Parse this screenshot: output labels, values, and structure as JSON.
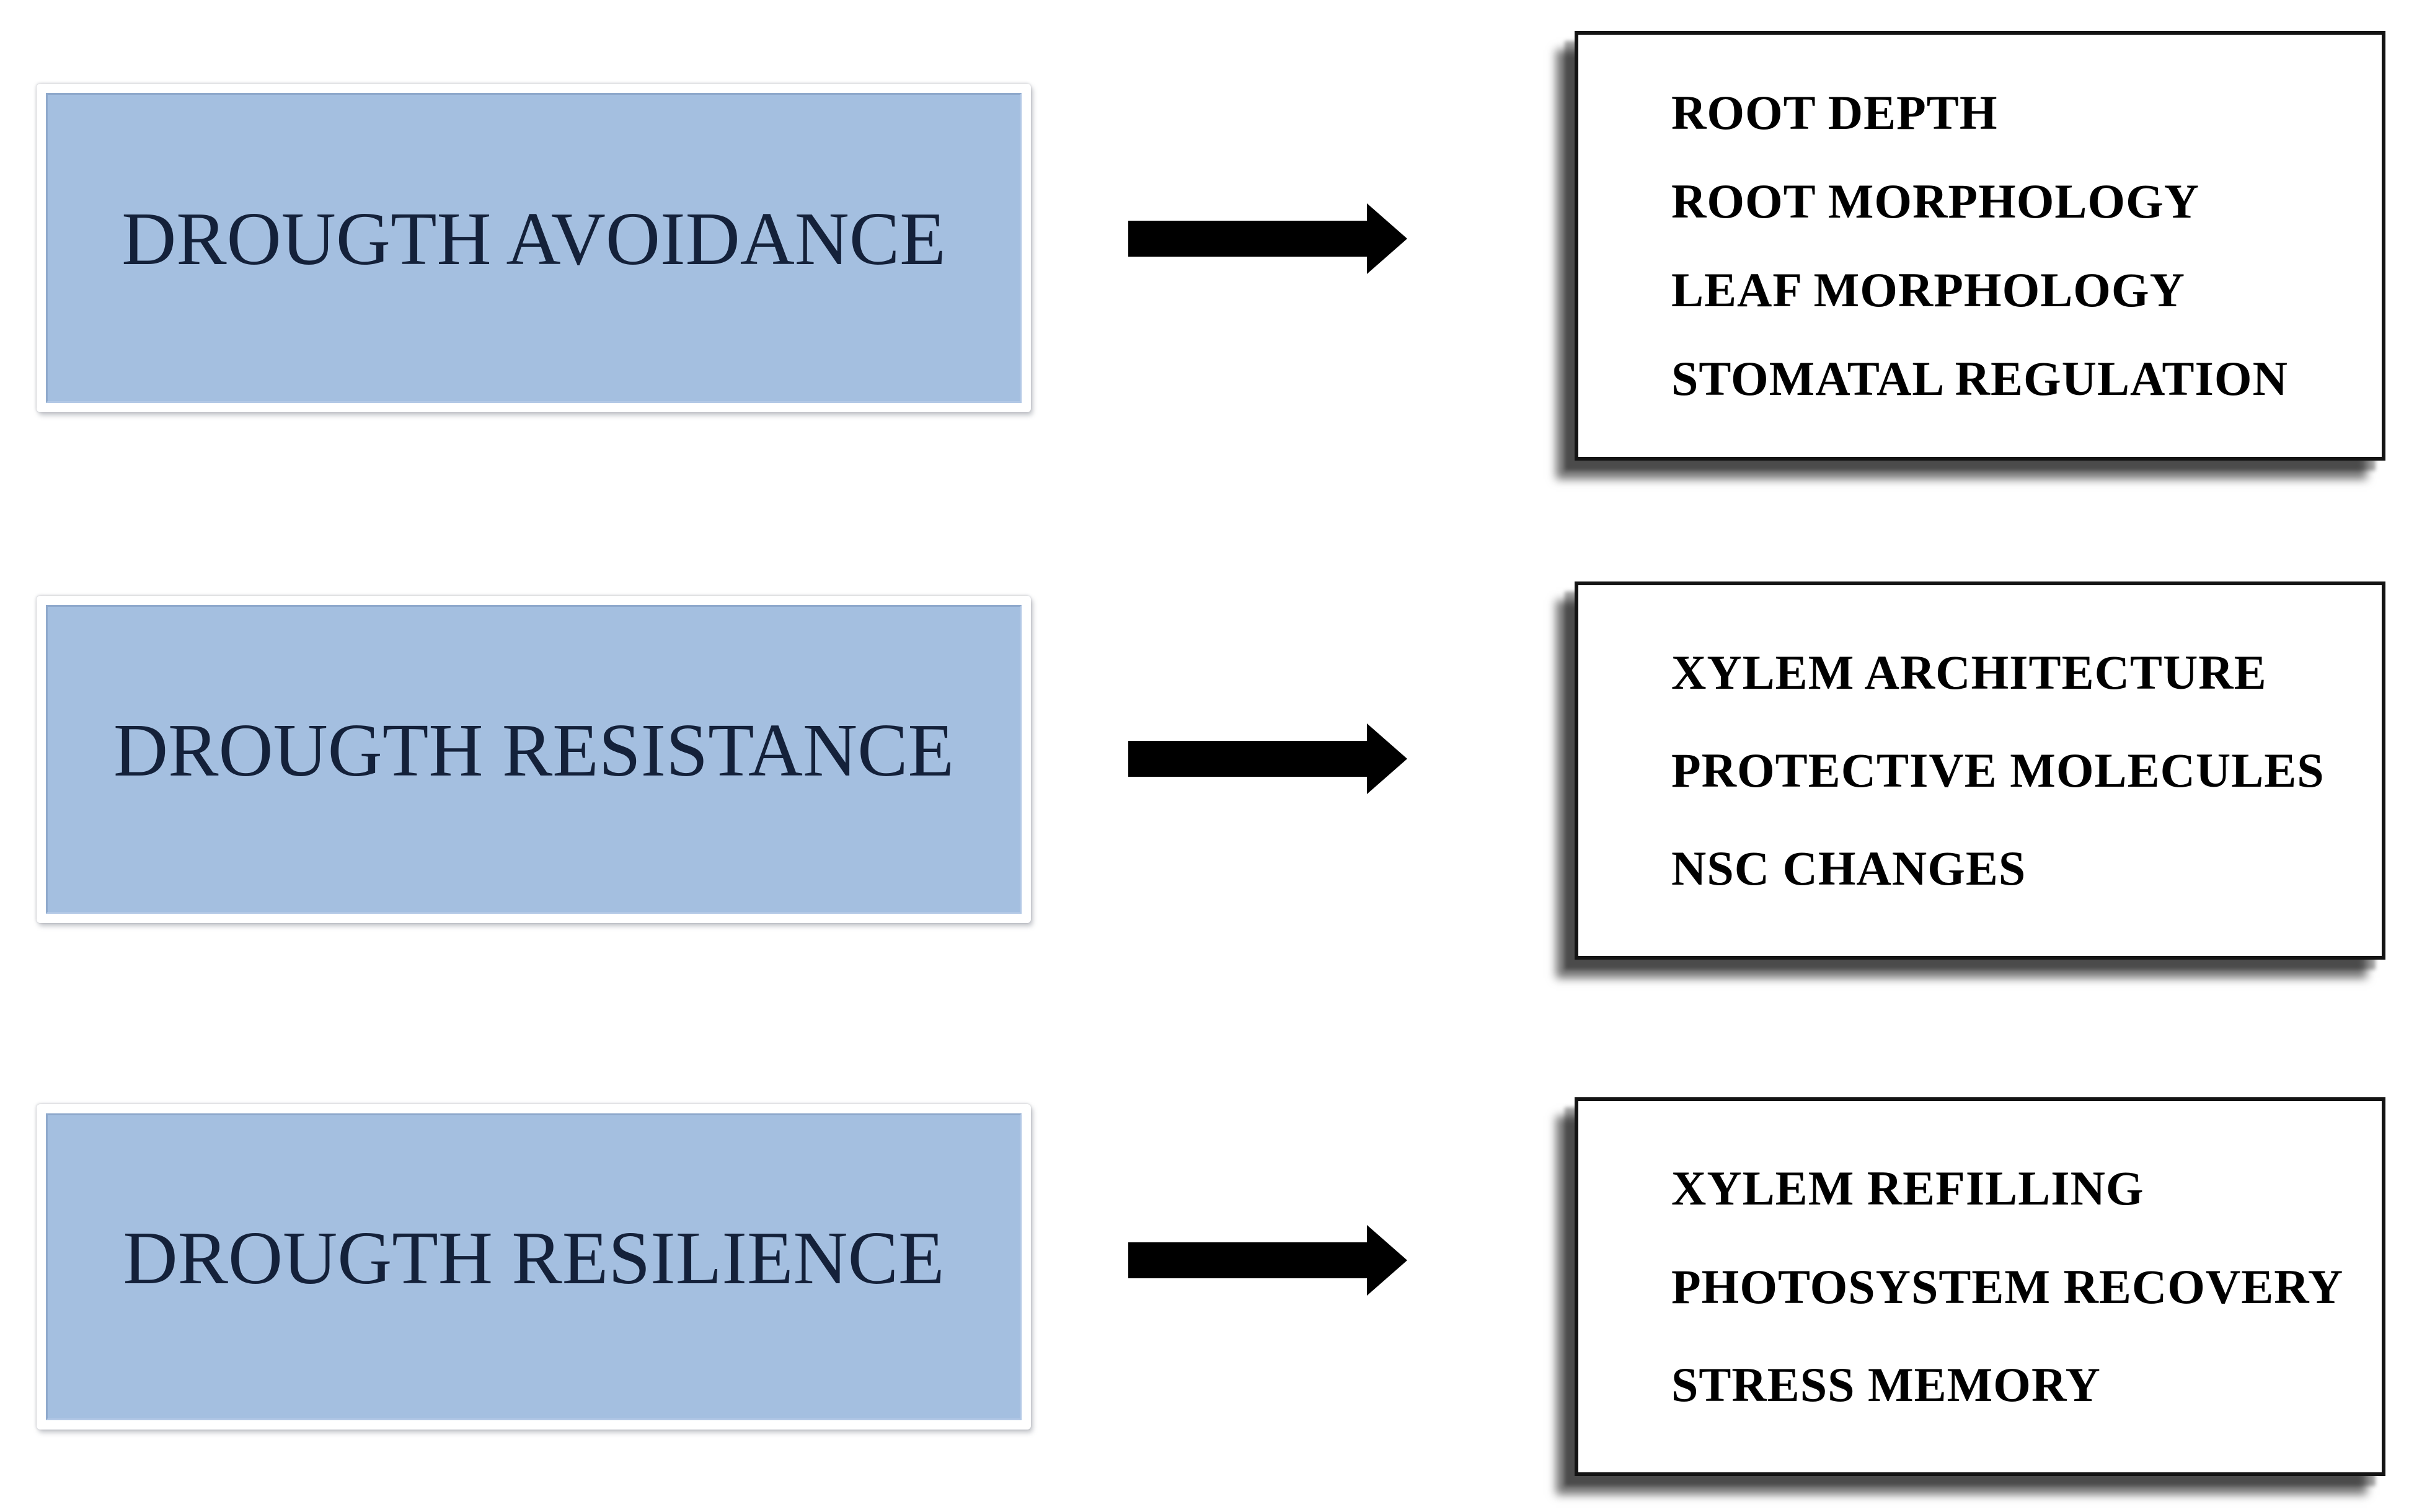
{
  "figure": {
    "rows": [
      {
        "strategy": "DROUGTH AVOIDANCE",
        "mechanisms": [
          "ROOT DEPTH",
          "ROOT MORPHOLOGY",
          "LEAF MORPHOLOGY",
          "STOMATAL REGULATION"
        ]
      },
      {
        "strategy": "DROUGTH RESISTANCE",
        "mechanisms": [
          "XYLEM ARCHITECTURE",
          "PROTECTIVE MOLECULES",
          "NSC CHANGES"
        ]
      },
      {
        "strategy": "DROUGTH RESILIENCE",
        "mechanisms": [
          "XYLEM REFILLING",
          "PHOTOSYSTEM RECOVERY",
          "STRESS MEMORY"
        ]
      }
    ],
    "colors": {
      "strategy_fill": "#a4bfe0",
      "strategy_border_dark": "#8fa9cc",
      "strategy_border_light": "#b2c8e6",
      "strategy_text": "#14213a",
      "mechanism_border": "#141414",
      "mechanism_text": "#000000",
      "arrow": "#000000",
      "background": "#ffffff"
    }
  }
}
